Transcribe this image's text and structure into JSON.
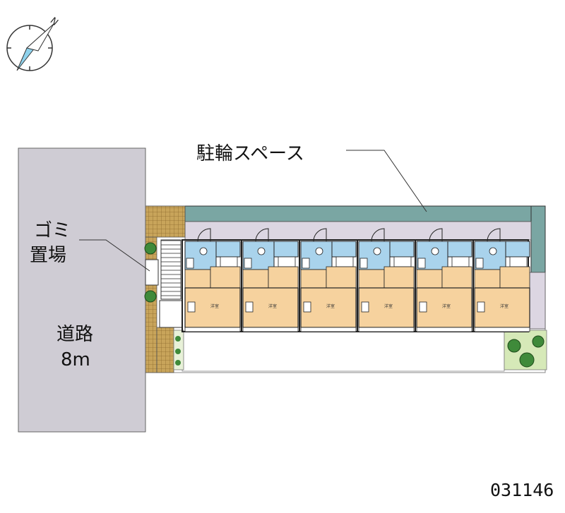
{
  "labels": {
    "north": "N",
    "bike_parking": "駐輪スペース",
    "garbage_line1": "ゴミ",
    "garbage_line2": "置場",
    "road_line1": "道路",
    "road_line2": "8m",
    "reference_number": "031146"
  },
  "units": [
    {
      "room_label": "洋室"
    },
    {
      "room_label": "洋室"
    },
    {
      "room_label": "洋室"
    },
    {
      "room_label": "洋室"
    },
    {
      "room_label": "洋室"
    },
    {
      "room_label": "洋室"
    }
  ],
  "colors": {
    "road": "#cfccd4",
    "parking_band": "#7aa6a3",
    "walkway": "#dcd6e2",
    "room_floor": "#f6d29e",
    "wet_area": "#a9d3ec",
    "tile_area": "#c8a45a",
    "shrub": "#3f8a3a",
    "wall": "#222222",
    "compass": "#8fd2ec"
  }
}
